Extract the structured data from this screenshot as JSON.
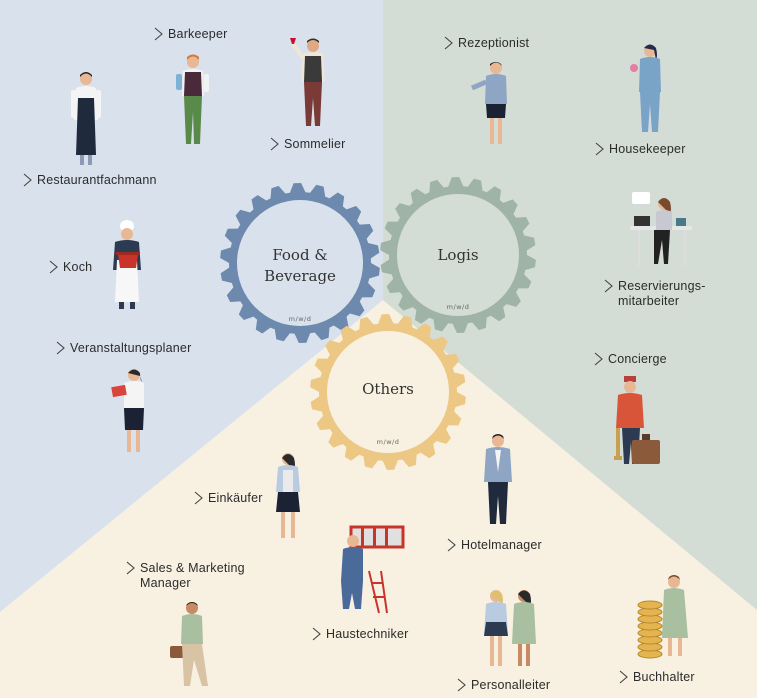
{
  "gears": {
    "food": {
      "title_1": "Food &",
      "title_2": "Beverage",
      "suffix": "m/w/d",
      "color": "#6d89ad"
    },
    "logis": {
      "title": "Logis",
      "suffix": "m/w/d",
      "color": "#9fb3a6"
    },
    "others": {
      "title": "Others",
      "suffix": "m/w/d",
      "color": "#ecc884"
    }
  },
  "regions": {
    "food_bg": "#d9e2ec",
    "logis_bg": "#d3ddd6",
    "others_bg": "#f8f1e2"
  },
  "roles": {
    "barkeeper": "Barkeeper",
    "sommelier": "Sommelier",
    "restaurantfachmann": "Restaurantfachmann",
    "koch": "Koch",
    "veranstaltungsplaner": "Veranstaltungsplaner",
    "rezeptionist": "Rezeptionist",
    "housekeeper": "Housekeeper",
    "reservierung": "Reservierungs-\nmitarbeiter",
    "concierge": "Concierge",
    "einkaeufer": "Einkäufer",
    "hotelmanager": "Hotelmanager",
    "sales": "Sales & Marketing\nManager",
    "haustechniker": "Haustechniker",
    "personalleiter": "Personalleiter",
    "buchhalter": "Buchhalter"
  }
}
